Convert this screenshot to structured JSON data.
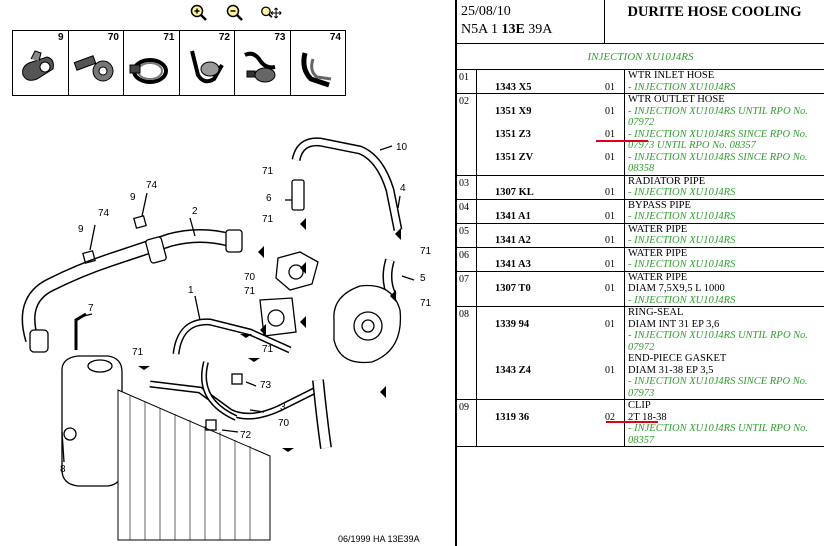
{
  "toolbar": {
    "zoom_in_label": "Zoom in",
    "zoom_out_label": "Zoom out",
    "zoom_fit_label": "Zoom pan"
  },
  "thumbs": [
    "9",
    "70",
    "71",
    "72",
    "73",
    "74"
  ],
  "callouts": {
    "c1": "1",
    "c2": "2",
    "c3": "3",
    "c4": "4",
    "c5": "5",
    "c6": "6",
    "c7": "7",
    "c8": "8",
    "c9a": "9",
    "c9b": "9",
    "c10": "10",
    "c71a": "71",
    "c71b": "71",
    "c71c": "71",
    "c71d": "71",
    "c71e": "71",
    "c71f": "71",
    "c71g": "71",
    "c70a": "70",
    "c70b": "70",
    "c72": "72",
    "c73": "73",
    "c74a": "74",
    "c74b": "74"
  },
  "footer_ref": "06/1999   HA 13E39A",
  "header": {
    "date": "25/08/10",
    "code_prefix": "N5A 1 ",
    "code_bold": "13E",
    "code_suffix": " 39A",
    "title": "DURITE HOSE COOLING"
  },
  "subtitle": "INJECTION XU10J4RS",
  "groups": [
    {
      "no": "01",
      "lines": [
        {
          "ref": "",
          "qty": "",
          "text": "WTR INLET HOSE",
          "style": "black"
        },
        {
          "ref": "1343 X5",
          "qty": "01",
          "text": "- INJECTION XU10J4RS",
          "style": "green"
        }
      ]
    },
    {
      "no": "02",
      "lines": [
        {
          "ref": "",
          "qty": "",
          "text": "WTR OUTLET HOSE",
          "style": "black"
        },
        {
          "ref": "1351 X9",
          "qty": "01",
          "text": "- INJECTION XU10J4RS UNTIL RPO No.",
          "style": "green"
        },
        {
          "ref": "",
          "qty": "",
          "text": "07972",
          "style": "green"
        },
        {
          "ref": "1351 Z3",
          "qty": "01",
          "text": "- INJECTION XU10J4RS SINCE RPO No.",
          "style": "green"
        },
        {
          "ref": "",
          "qty": "",
          "text": "07973 UNTIL RPO No. 08357",
          "style": "green"
        },
        {
          "ref": "1351 ZV",
          "qty": "01",
          "text": "- INJECTION XU10J4RS SINCE RPO No.",
          "style": "green"
        },
        {
          "ref": "",
          "qty": "",
          "text": "08358",
          "style": "green"
        }
      ]
    },
    {
      "no": "03",
      "lines": [
        {
          "ref": "",
          "qty": "",
          "text": "RADIATOR PIPE",
          "style": "black"
        },
        {
          "ref": "1307 KL",
          "qty": "01",
          "text": "- INJECTION XU10J4RS",
          "style": "green"
        }
      ]
    },
    {
      "no": "04",
      "lines": [
        {
          "ref": "",
          "qty": "",
          "text": "BYPASS PIPE",
          "style": "black"
        },
        {
          "ref": "1341 A1",
          "qty": "01",
          "text": "- INJECTION XU10J4RS",
          "style": "green"
        }
      ]
    },
    {
      "no": "05",
      "lines": [
        {
          "ref": "",
          "qty": "",
          "text": "WATER PIPE",
          "style": "black"
        },
        {
          "ref": "1341 A2",
          "qty": "01",
          "text": "- INJECTION XU10J4RS",
          "style": "green"
        }
      ]
    },
    {
      "no": "06",
      "lines": [
        {
          "ref": "",
          "qty": "",
          "text": "WATER PIPE",
          "style": "black"
        },
        {
          "ref": "1341 A3",
          "qty": "01",
          "text": "- INJECTION XU10J4RS",
          "style": "green"
        }
      ]
    },
    {
      "no": "07",
      "lines": [
        {
          "ref": "",
          "qty": "",
          "text": "WATER PIPE",
          "style": "black"
        },
        {
          "ref": "1307 T0",
          "qty": "01",
          "text": "DIAM 7,5X9,5 L 1000",
          "style": "plain"
        },
        {
          "ref": "",
          "qty": "",
          "text": "- INJECTION XU10J4RS",
          "style": "green"
        }
      ]
    },
    {
      "no": "08",
      "lines": [
        {
          "ref": "",
          "qty": "",
          "text": "RING-SEAL",
          "style": "black"
        },
        {
          "ref": "1339 94",
          "qty": "01",
          "text": "DIAM INT 31 EP 3,6",
          "style": "plain"
        },
        {
          "ref": "",
          "qty": "",
          "text": "- INJECTION XU10J4RS UNTIL RPO No.",
          "style": "green"
        },
        {
          "ref": "",
          "qty": "",
          "text": "07972",
          "style": "green"
        },
        {
          "ref": "",
          "qty": "",
          "text": "END-PIECE GASKET",
          "style": "black"
        },
        {
          "ref": "1343 Z4",
          "qty": "01",
          "text": "DIAM 31-38 EP 3,5",
          "style": "plain"
        },
        {
          "ref": "",
          "qty": "",
          "text": "- INJECTION XU10J4RS SINCE RPO No.",
          "style": "green"
        },
        {
          "ref": "",
          "qty": "",
          "text": "07973",
          "style": "green"
        }
      ]
    },
    {
      "no": "09",
      "lines": [
        {
          "ref": "",
          "qty": "",
          "text": "CLIP",
          "style": "black"
        },
        {
          "ref": "1319 36",
          "qty": "02",
          "text": "2T 18-38",
          "style": "plain"
        },
        {
          "ref": "",
          "qty": "",
          "text": "- INJECTION XU10J4RS UNTIL RPO No.",
          "style": "green"
        },
        {
          "ref": "",
          "qty": "",
          "text": "08357",
          "style": "green"
        }
      ]
    }
  ]
}
